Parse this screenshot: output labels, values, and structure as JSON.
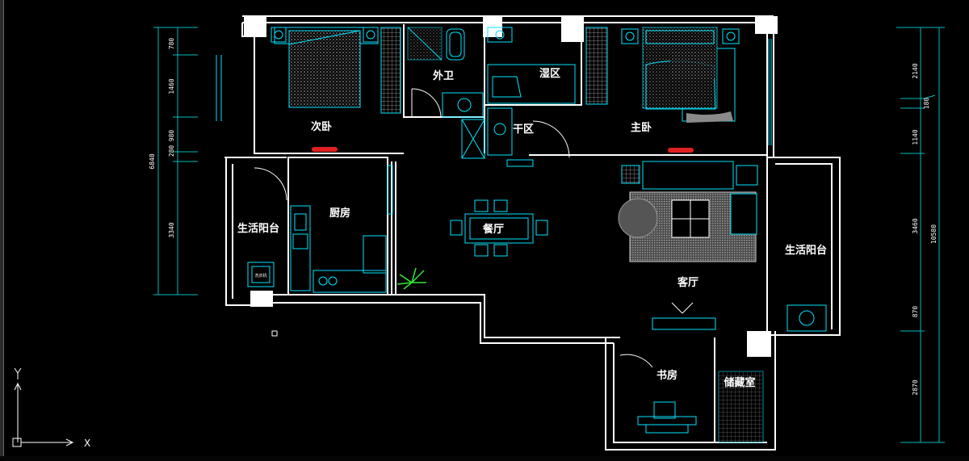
{
  "app": {
    "type": "CAD floor plan viewer"
  },
  "rooms": {
    "second_bedroom": "次卧",
    "guest_bathroom": "外卫",
    "wet_zone": "湿区",
    "dry_zone": "干区",
    "master_bedroom": "主卧",
    "balcony_left": "生活阳台",
    "kitchen": "厨房",
    "dining_room": "餐厅",
    "living_room": "客厅",
    "balcony_right": "生活阳台",
    "study": "书房",
    "storage_room": "储藏室"
  },
  "dimensions": {
    "left": [
      "780",
      "1460",
      "980",
      "280",
      "3340"
    ],
    "left_total": "6840",
    "right": [
      "2140",
      "1140",
      "3460",
      "870",
      "2870"
    ],
    "right_small": "180",
    "right_total": "10580"
  },
  "ucs": {
    "x_label": "X",
    "y_label": "Y"
  },
  "appliance_label": "洗衣机",
  "colors": {
    "wall": "#ffffff",
    "furniture": "#00e5ff",
    "dimension": "#00bcbc",
    "marker": "#e02020",
    "hatch": "#9a9a9a"
  }
}
